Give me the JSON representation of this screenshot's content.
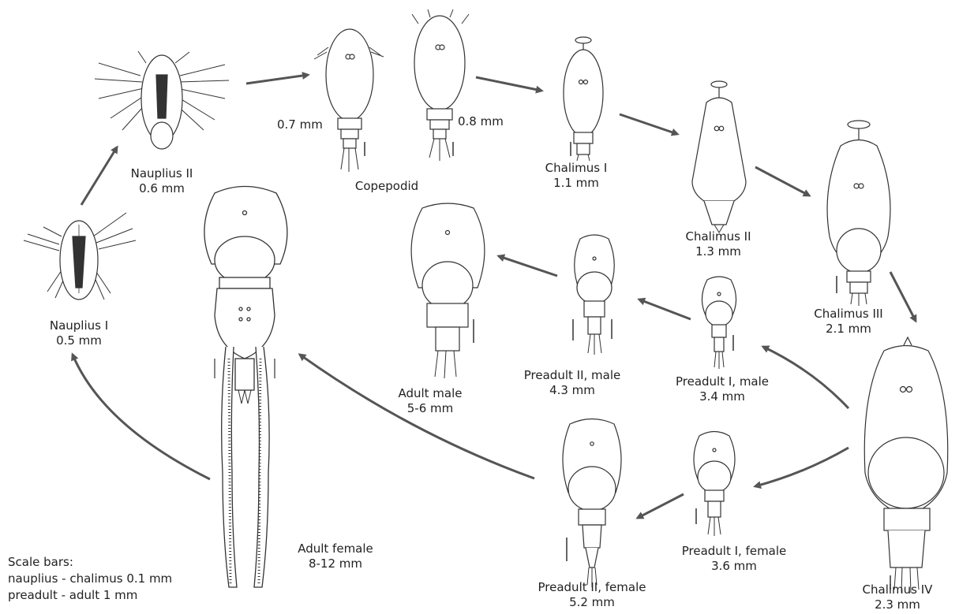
{
  "stages": {
    "nauplius1": {
      "name": "Nauplius I",
      "size": "0.5 mm"
    },
    "nauplius2": {
      "name": "Nauplius II",
      "size": "0.6 mm"
    },
    "copepodid": {
      "name": "Copepodid",
      "size_a": "0.7 mm",
      "size_b": "0.8 mm"
    },
    "chalimus1": {
      "name": "Chalimus I",
      "size": "1.1 mm"
    },
    "chalimus2": {
      "name": "Chalimus II",
      "size": "1.3 mm"
    },
    "chalimus3": {
      "name": "Chalimus III",
      "size": "2.1 mm"
    },
    "chalimus4": {
      "name": "Chalimus IV",
      "size": "2.3 mm"
    },
    "preadult1_male": {
      "name": "Preadult I, male",
      "size": "3.4 mm"
    },
    "preadult2_male": {
      "name": "Preadult II, male",
      "size": "4.3 mm"
    },
    "adult_male": {
      "name": "Adult male",
      "size": "5-6 mm"
    },
    "preadult1_female": {
      "name": "Preadult I, female",
      "size": "3.6 mm"
    },
    "preadult2_female": {
      "name": "Preadult II, female",
      "size": "5.2 mm"
    },
    "adult_female": {
      "name": "Adult female",
      "size": "8-12 mm"
    }
  },
  "scale": {
    "title": "Scale bars:",
    "line1": "nauplius - chalimus 0.1 mm",
    "line2": "preadult - adult 1 mm"
  },
  "colors": {
    "arrow": "#555555",
    "ink": "#333333"
  }
}
